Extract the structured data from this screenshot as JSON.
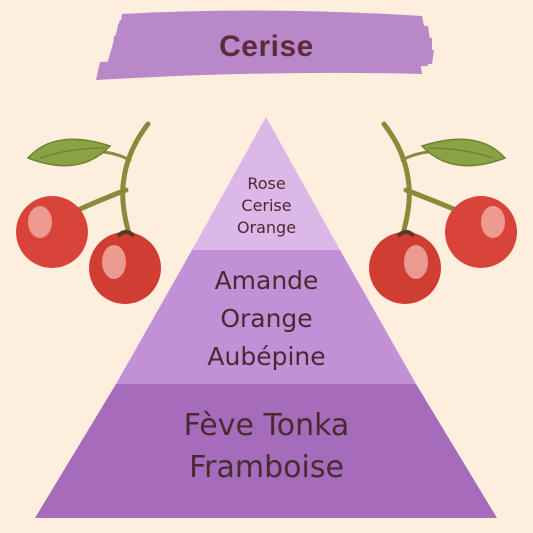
{
  "title": "Cerise",
  "pyramid": {
    "top_notes": [
      "Rose",
      "Cerise",
      "Orange"
    ],
    "heart_notes": [
      "Amande",
      "Orange",
      "Aubépine"
    ],
    "base_notes": [
      "Fève Tonka",
      "Framboise"
    ]
  },
  "colors": {
    "background": "#fdeede",
    "brush_stroke": "#b583c8",
    "top_tier": "#dbb8e8",
    "heart_tier": "#c190d6",
    "base_tier": "#a46cbb",
    "title_text": "#5e2a3c",
    "tier_text": "#4a2a30",
    "cherry": "#d8443a",
    "leaf": "#8aa244",
    "stem": "#8a8a3a"
  },
  "decorations": [
    "watercolor-cherry-left-icon",
    "watercolor-cherry-right-icon",
    "brush-stroke-banner"
  ]
}
